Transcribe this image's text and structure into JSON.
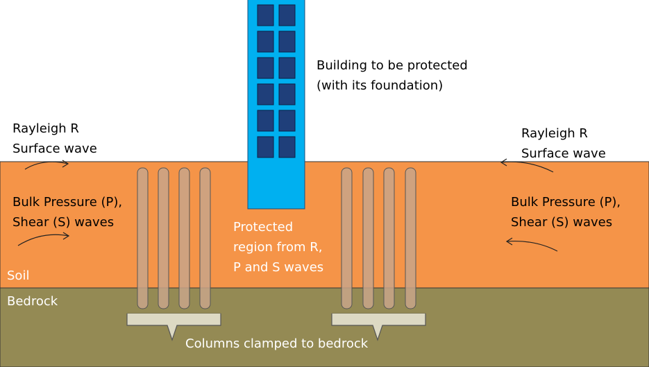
{
  "labels": {
    "building": [
      "Building to be protected",
      "(with its foundation)"
    ],
    "rayleigh_left": [
      "Rayleigh R",
      "Surface wave"
    ],
    "rayleigh_right": [
      "Rayleigh R",
      "Surface wave"
    ],
    "bulk_left": [
      "Bulk Pressure (P),",
      "Shear (S) waves"
    ],
    "bulk_right": [
      "Bulk Pressure (P),",
      "Shear (S) waves"
    ],
    "protected": [
      "Protected",
      "region from R,",
      "P and S waves"
    ],
    "soil": "Soil",
    "bedrock": "Bedrock",
    "columns": "Columns clamped to bedrock"
  },
  "colors": {
    "background": "#ffffff",
    "soil": "#f59448",
    "bedrock": "#948a54",
    "building": "#00b0f0",
    "window": "#1f3f7a",
    "column": "#c8a48a",
    "brace_fill": "#ddd9c3",
    "protected_text": "#ffffff"
  },
  "counts": {
    "window_rows": 6,
    "window_cols": 2,
    "columns_per_group": 4
  }
}
